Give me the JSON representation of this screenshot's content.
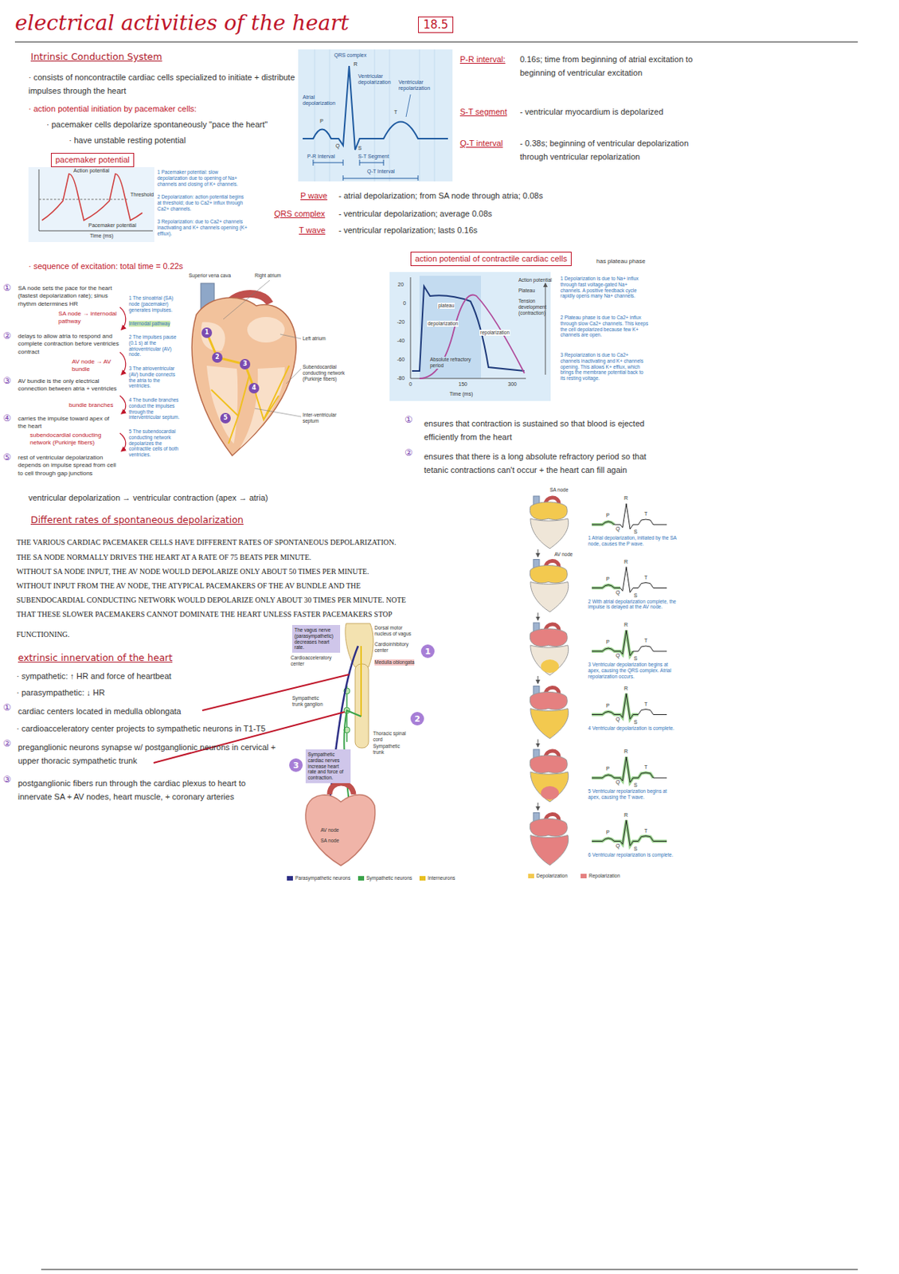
{
  "diagram": {
    "title": "electrical activities of the heart",
    "nodes": [
      {
        "text": [
          "18.5"
        ]
      },
      {
        "text": [
          "pacemaker potential"
        ]
      },
      {
        "text": [
          "action potential of contractile cardiac cells"
        ]
      },
      {
        "text": [
          "1"
        ]
      },
      {
        "text": [
          "2"
        ]
      },
      {
        "text": [
          "3"
        ]
      },
      {
        "text": [
          "4"
        ]
      },
      {
        "text": [
          "5"
        ]
      },
      {
        "text": [
          "The vagus nerve (parasympathetic) decreases heart rate."
        ]
      },
      {
        "text": [
          "Sympathetic cardiac nerves increase heart rate and force of contraction."
        ]
      },
      {
        "text": [
          "1"
        ]
      },
      {
        "text": [
          "2"
        ]
      },
      {
        "text": [
          "3"
        ]
      }
    ],
    "labels": [
      "Intrinsic Conduction System",
      "· consists of noncontractile cardiac cells specialized to initiate + distribute impulses through the heart",
      "· action potential initiation by pacemaker cells:",
      "· pacemaker cells depolarize spontaneously \"pace the heart\"",
      "· have unstable resting potential",
      "Action potential",
      "Threshold",
      "Pacemaker potential",
      "Time (ms)",
      "1 Pacemaker potential: slow depolarization due to opening of Na+ channels and closing of K+ channels.",
      "2 Depolarization: action potential begins at threshold; due to Ca2+ influx through Ca2+ channels.",
      "3 Repolarization: due to Ca2+ channels inactivating and K+ channels opening (K+ efflux).",
      "QRS complex",
      "Ventricular depolarization",
      "Ventricular repolarization",
      "Atrial depolarization",
      "R",
      "P",
      "Q",
      "S",
      "T",
      "P-R Interval",
      "S-T Segment",
      "Q-T Interval",
      "P-R interval:",
      "0.16s; time from beginning of atrial excitation to beginning of ventricular excitation",
      "S-T segment",
      "- ventricular myocardium is depolarized",
      "Q-T interval",
      "- 0.38s; beginning of ventricular depolarization through ventricular repolarization",
      "P wave",
      "- atrial depolarization; from SA node through atria; 0.08s",
      "QRS complex",
      "- ventricular depolarization; average 0.08s",
      "T wave",
      "- ventricular repolarization; lasts 0.16s",
      "· sequence of excitation: total time = 0.22s",
      "①",
      "SA node sets the pace for the heart (fastest depolarization rate); sinus rhythm determines HR",
      "SA node → internodal pathway",
      "②",
      "delays to allow atria to respond and complete contraction before ventricles contract",
      "AV node → AV bundle",
      "③",
      "AV bundle is the only electrical connection between atria + ventricles",
      "bundle branches",
      "④",
      "carries the impulse toward apex of the heart",
      "subendocardial conducting network (Purkinje fibers)",
      "⑤",
      "rest of ventricular depolarization depends on impulse spread from cell to cell through gap junctions",
      "1 The sinoatrial (SA) node (pacemaker) generates impulses.",
      "Internodal pathway",
      "2 The impulses pause (0.1 s) at the atrioventricular (AV) node.",
      "3 The atrioventricular (AV) bundle connects the atria to the ventricles.",
      "4 The bundle branches conduct the impulses through the interventricular septum.",
      "5 The subendocardial conducting network depolarizes the contractile cells of both ventricles.",
      "Superior vena cava",
      "Right atrium",
      "Left atrium",
      "Subendocardial conducting network (Purkinje fibers)",
      "Inter-ventricular septum",
      "ventricular depolarization → ventricular contraction (apex → atria)",
      "has plateau phase",
      "Action potential",
      "Plateau",
      "Tension development (contraction)",
      "Absolute refractory period",
      "depolarization",
      "repolarization",
      "plateau",
      "20",
      "0",
      "-20",
      "-40",
      "-60",
      "-80",
      "0",
      "150",
      "300",
      "Time (ms)",
      "1 Depolarization is due to Na+ influx through fast voltage-gated Na+ channels. A positive feedback cycle rapidly opens many Na+ channels.",
      "2 Plateau phase is due to Ca2+ influx through slow Ca2+ channels. This keeps the cell depolarized because few K+ channels are open.",
      "3 Repolarization is due to Ca2+ channels inactivating and K+ channels opening. This allows K+ efflux, which brings the membrane potential back to its resting voltage.",
      "①",
      "ensures that contraction is sustained so that blood is ejected efficiently from the heart",
      "②",
      "ensures that there is a long absolute refractory period so that tetanic contractions can't occur + the heart can fill again",
      "Different rates of spontaneous depolarization",
      "THE VARIOUS CARDIAC PACEMAKER CELLS HAVE DIFFERENT RATES OF SPONTANEOUS DEPOLARIZATION.",
      "THE SA NODE NORMALLY DRIVES THE HEART AT A RATE OF 75 BEATS PER MINUTE.",
      "WITHOUT SA NODE INPUT, THE AV NODE WOULD DEPOLARIZE ONLY ABOUT 50 TIMES PER MINUTE.",
      "WITHOUT INPUT FROM THE AV NODE, THE ATYPICAL PACEMAKERS OF THE AV BUNDLE AND THE",
      "SUBENDOCARDIAL CONDUCTING NETWORK WOULD DEPOLARIZE ONLY ABOUT 30 TIMES PER MINUTE. NOTE",
      "THAT THESE SLOWER PACEMAKERS CANNOT DOMINATE THE HEART UNLESS FASTER PACEMAKERS STOP",
      "FUNCTIONING.",
      "extrinsic innervation of the heart",
      "· sympathetic: ↑ HR and force of heartbeat",
      "· parasympathetic: ↓ HR",
      "①",
      "cardiac centers located in medulla oblongata",
      "· cardioacceleratory center projects to sympathetic neurons in T1-T5",
      "②",
      "preganglionic neurons synapse w/ postganglionic neurons in cervical + upper thoracic sympathetic trunk",
      "③",
      "postganglionic fibers run through the cardiac plexus to heart to innervate SA + AV nodes, heart muscle, + coronary arteries",
      "Dorsal motor nucleus of vagus",
      "Cardioinhibitory center",
      "Medulla oblongata",
      "Cardioacceleratory center",
      "Sympathetic trunk ganglion",
      "Thoracic spinal cord",
      "Sympathetic trunk",
      "AV node",
      "SA node",
      "1 Atrial depolarization, initiated by the SA node, causes the P wave.",
      "R",
      "P",
      "Q",
      "S",
      "T",
      "2 With atrial depolarization complete, the impulse is delayed at the AV node.",
      "R",
      "P",
      "Q",
      "S",
      "T",
      "3 Ventricular depolarization begins at apex, causing the QRS complex. Atrial repolarization occurs.",
      "R",
      "P",
      "Q",
      "S",
      "T",
      "4 Ventricular depolarization is complete.",
      "R",
      "P",
      "Q",
      "S",
      "T",
      "5 Ventricular repolarization begins at apex, causing the T wave.",
      "R",
      "P",
      "Q",
      "S",
      "T",
      "6 Ventricular repolarization is complete.",
      "R",
      "P",
      "Q",
      "S",
      "T",
      "SA node",
      "AV node"
    ],
    "legend": [
      {
        "text": "Parasympathetic neurons",
        "color": "#2d2f86"
      },
      {
        "text": "Sympathetic neurons",
        "color": "#3aa34a"
      },
      {
        "text": "Interneurons",
        "color": "#e8c020"
      },
      {
        "text": "Depolarization",
        "color": "#f3c94f"
      },
      {
        "text": "Repolarization",
        "color": "#e58080"
      }
    ]
  }
}
